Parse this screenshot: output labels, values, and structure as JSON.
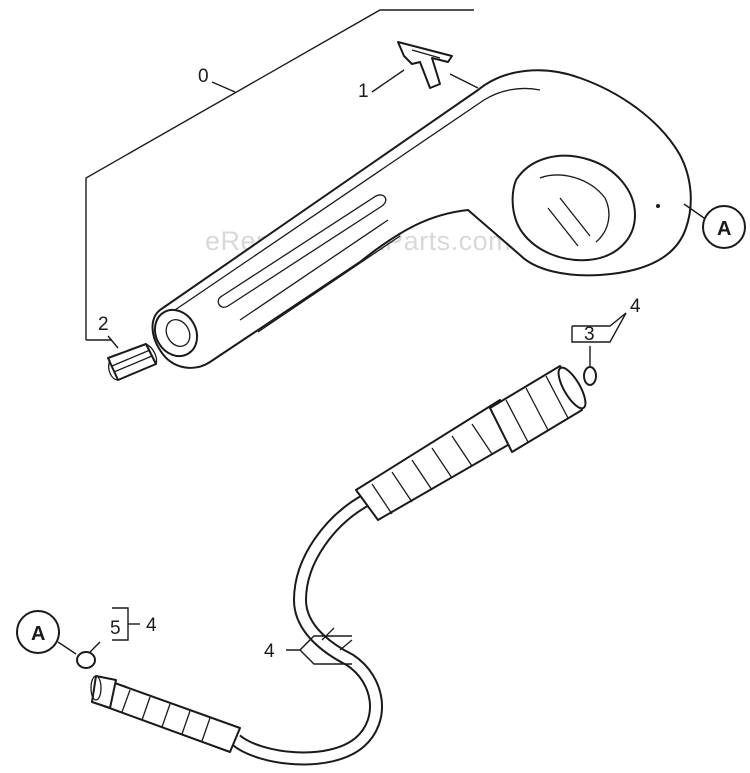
{
  "watermark": "eReplacementParts.com",
  "callouts": {
    "c0": "0",
    "c1": "1",
    "c2": "2",
    "c3": "3",
    "c3_ref": "4",
    "c4": "4",
    "c5": "5",
    "c5_ref": "4",
    "connector_top": "A",
    "connector_bottom": "A"
  }
}
